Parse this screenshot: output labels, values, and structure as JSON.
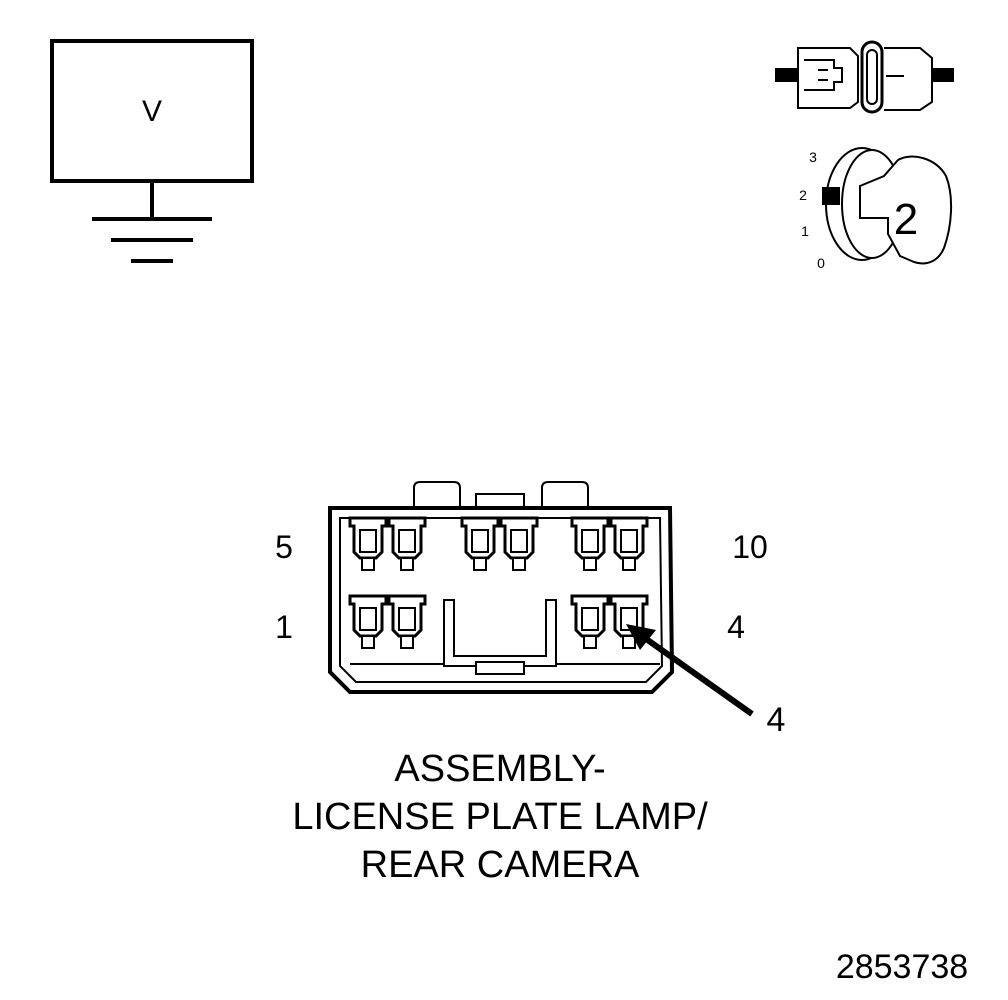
{
  "meter": {
    "label": "V"
  },
  "key_position": {
    "positions": [
      "3",
      "2",
      "1",
      "0"
    ],
    "selected": "2",
    "selected_label": "2"
  },
  "connector": {
    "pin_labels": {
      "top_left": "5",
      "top_right": "10",
      "bottom_left": "1",
      "bottom_right": "4"
    },
    "callout_pin": "4"
  },
  "title": {
    "line1": "ASSEMBLY-",
    "line2": "LICENSE PLATE LAMP/",
    "line3": "REAR CAMERA"
  },
  "figure_id": "2853738"
}
